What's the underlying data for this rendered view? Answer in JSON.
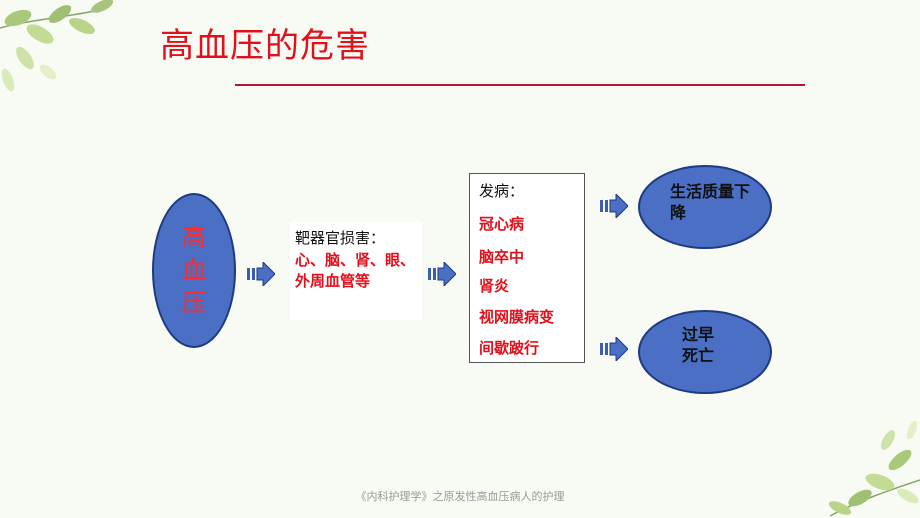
{
  "slide": {
    "title": "高血压的危害",
    "main_node": [
      "高",
      "血",
      "压"
    ],
    "organ": {
      "label": "靶器官损害：",
      "items": "心、脑、肾、眼、外周血管等"
    },
    "disease": {
      "title": "发病：",
      "items": [
        "冠心病",
        "脑卒中",
        "肾炎",
        "视网膜病变",
        "间歇跛行"
      ]
    },
    "outcomes": [
      {
        "text": "生活质量下降"
      },
      {
        "text": "过早死亡"
      }
    ],
    "footer": "《内科护理学》之原发性高血压病人的护理"
  },
  "colors": {
    "accent_red": "#e2101c",
    "node_blue": "#4a6fc4",
    "node_border": "#1e3a82",
    "rule": "#b01838"
  }
}
